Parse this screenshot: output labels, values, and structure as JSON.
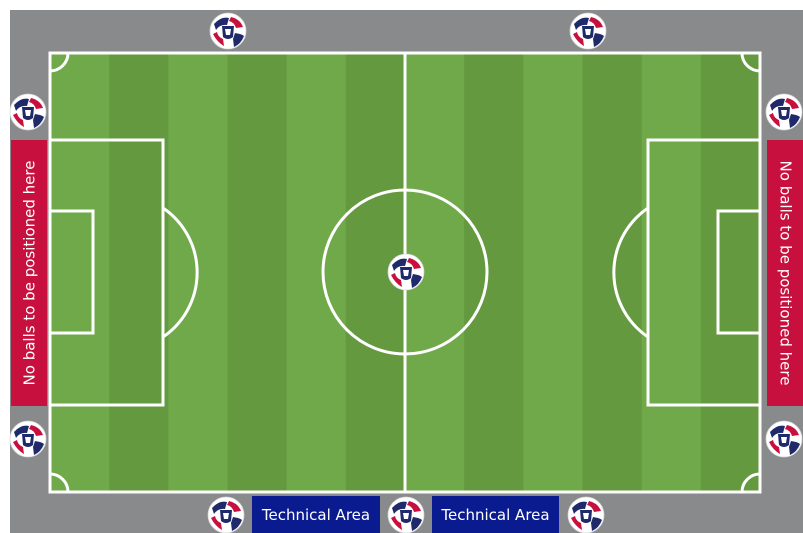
{
  "colors": {
    "surround": "#898a8c",
    "grass_light": "#6fa949",
    "grass_dark": "#64993f",
    "lines": "#ffffff",
    "no_balls_zone": "#c8103e",
    "technical_area": "#0a1a8f",
    "ball_navy": "#1f2a6b",
    "ball_red": "#c8103e"
  },
  "labels": {
    "no_balls_left": "No balls to be positioned here",
    "no_balls_right": "No balls to be positioned here",
    "technical_area_left": "Technical Area",
    "technical_area_right": "Technical Area"
  },
  "icons": {
    "ball": "football-icon"
  }
}
